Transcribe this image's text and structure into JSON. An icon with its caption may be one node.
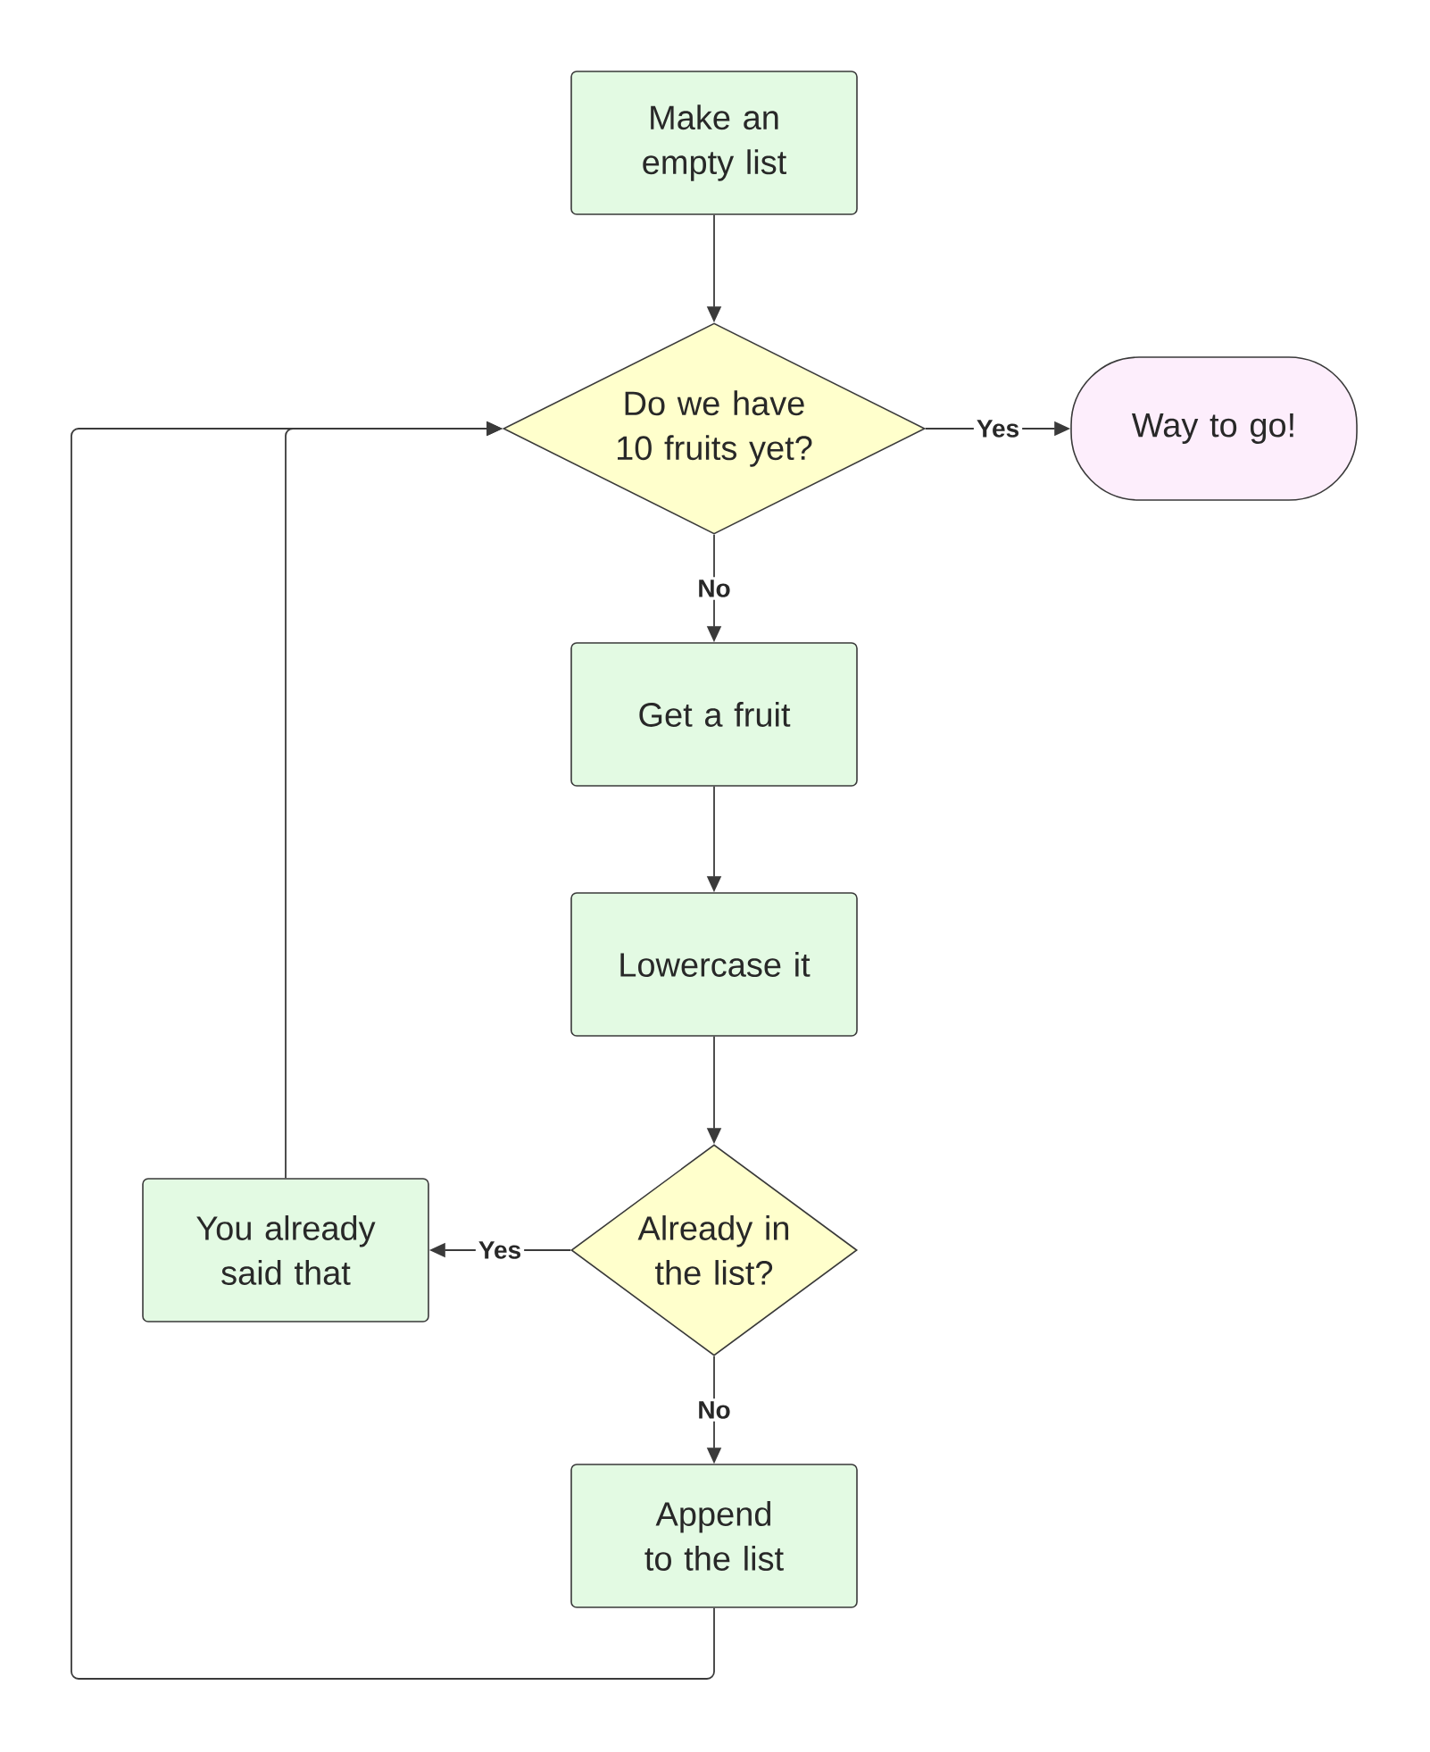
{
  "diagram": {
    "nodes": [
      {
        "text": [
          "Make an empty list"
        ]
      },
      {
        "text": [
          "Do we have 10 fruits yet?"
        ]
      },
      {
        "text": [
          "Way to go!"
        ]
      },
      {
        "text": [
          "Get a fruit"
        ]
      },
      {
        "text": [
          "Lowercase it"
        ]
      },
      {
        "text": [
          "Already in the list?"
        ]
      },
      {
        "text": [
          "You already said that"
        ]
      },
      {
        "text": [
          "Append to the list"
        ]
      }
    ],
    "edges": [
      {
        "from": 0,
        "to": 1,
        "arrow": "to"
      },
      {
        "from": 1,
        "to": 2,
        "arrow": "to",
        "label": "Yes"
      },
      {
        "from": 1,
        "to": 3,
        "arrow": "to",
        "label": "No"
      },
      {
        "from": 3,
        "to": 4,
        "arrow": "to"
      },
      {
        "from": 4,
        "to": 5,
        "arrow": "to"
      },
      {
        "from": 5,
        "to": 6,
        "arrow": "to",
        "label": "Yes"
      },
      {
        "from": 5,
        "to": 7,
        "arrow": "to",
        "label": "No"
      },
      {
        "from": 6,
        "to": 1,
        "arrow": "to"
      },
      {
        "from": 7,
        "to": 1,
        "arrow": "to"
      }
    ]
  }
}
